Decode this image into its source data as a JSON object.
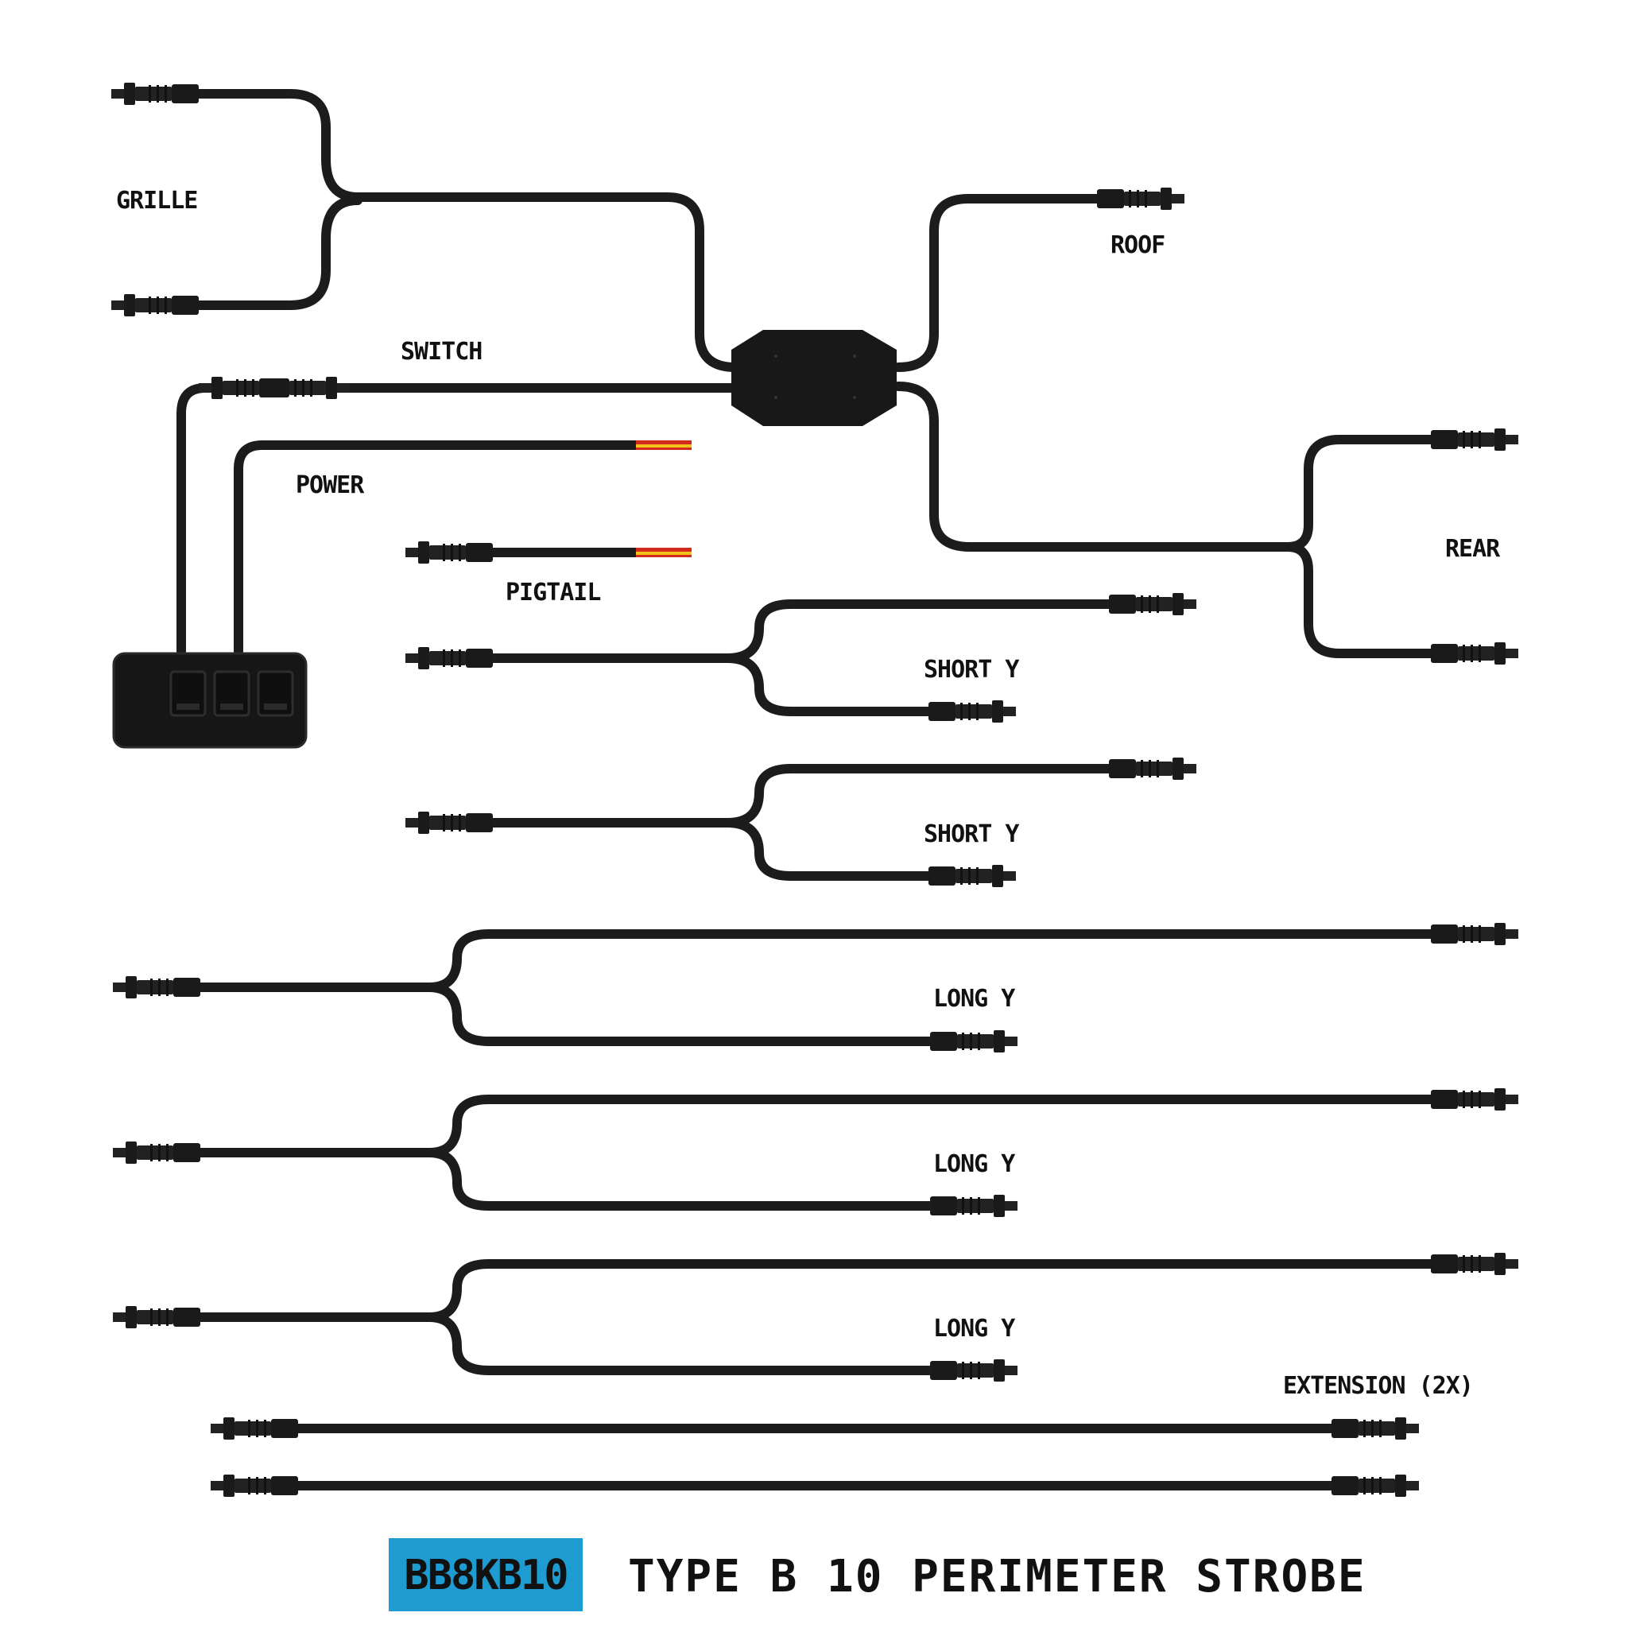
{
  "labels": {
    "grille": "GRILLE",
    "roof": "ROOF",
    "switch": "SWITCH",
    "power": "POWER",
    "pigtail": "PIGTAIL",
    "rear": "REAR",
    "short_y_1": "SHORT Y",
    "short_y_2": "SHORT Y",
    "long_y_1": "LONG Y",
    "long_y_2": "LONG Y",
    "long_y_3": "LONG Y",
    "extension": "EXTENSION (2X)"
  },
  "footer": {
    "part_number": "BB8KB10",
    "product_title": "TYPE B 10 PERIMETER STROBE"
  },
  "colors": {
    "cable": "#1c1c1c",
    "wire_red": "#d42a1e",
    "wire_yellow": "#f2c21b",
    "badge": "#1e9bd1",
    "background": "#ffffff"
  }
}
